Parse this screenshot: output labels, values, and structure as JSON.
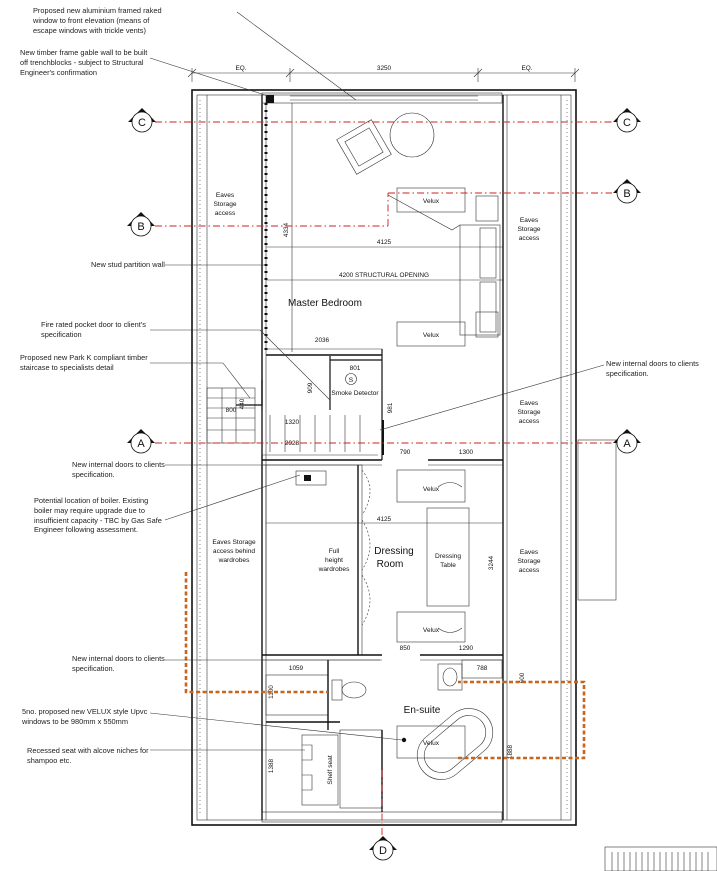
{
  "notes": {
    "window": "Proposed new aluminium framed raked\nwindow to front elevation (means of\nescape windows with trickle vents)",
    "gable": "New timber frame gable wall to be built\noff trenchblocks - subject to Structural\nEngineer's confirmation",
    "stud": "New stud partition wall",
    "pocket_door": "Fire rated pocket door to client's\nspecification",
    "staircase": "Proposed new Park K compliant timber\nstaircase to specialists detail",
    "internal_doors_right": "New internal doors to clients\nspecification.",
    "internal_doors_1": "New internal doors to clients\nspecification.",
    "boiler": "Potential location of boiler. Existing\nboiler may require upgrade due to\ninsufficient capacity - TBC by Gas Safe\nEngineer following assessment.",
    "internal_doors_2": "New internal doors to clients\nspecification.",
    "velux": "5no. proposed new VELUX style Upvc\nwindows to be 980mm x 550mm",
    "seat": "Recessed seat with alcove niches for\nshampoo etc."
  },
  "rooms": {
    "master_bedroom": "Master Bedroom",
    "dressing_room_1": "Dressing",
    "dressing_room_2": "Room",
    "ensuite": "En-suite"
  },
  "labels": {
    "velux": "Velux",
    "eaves_line1": "Eaves",
    "eaves_line2": "Storage",
    "eaves_line3": "access",
    "eaves_wardrobe_1": "Eaves Storage",
    "eaves_wardrobe_2": "access behind",
    "eaves_wardrobe_3": "wardrobes",
    "full_height_1": "Full",
    "full_height_2": "height",
    "full_height_3": "wardrobes",
    "dressing_table_1": "Dressing",
    "dressing_table_2": "Table",
    "smoke_symbol": "S",
    "smoke_detector": "Smoke Detector",
    "shelf_seat": "Shelf seat",
    "structural_opening": "4200 STRUCTURAL OPENING"
  },
  "dimensions": {
    "eq_left": "EQ.",
    "overall": "3250",
    "eq_right": "EQ.",
    "d4334": "4334",
    "d4125_top": "4125",
    "d2036": "2036",
    "d801": "801",
    "d909": "909",
    "d800": "800",
    "d440": "440",
    "d1320": "1320",
    "d2928": "2928",
    "d981": "981",
    "d790": "790",
    "d1300": "1300",
    "d4125_mid": "4125",
    "d3244": "3244",
    "d850": "850",
    "d1290": "1290",
    "d1059": "1059",
    "d1100": "1100",
    "d788": "788",
    "d600": "600",
    "d1388": "1388",
    "d1888": "1888"
  },
  "section_markers": {
    "a": "A",
    "b": "B",
    "c": "C",
    "d": "D"
  },
  "colors": {
    "section_line": "#d21f1f",
    "dashed_outline": "#c8641c",
    "ink": "#111111"
  }
}
